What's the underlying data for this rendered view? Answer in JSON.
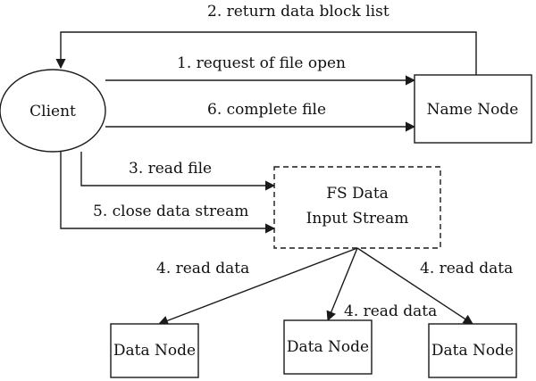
{
  "nodes": {
    "client": "Client",
    "name_node": "Name Node",
    "fs_line1": "FS Data",
    "fs_line2": "Input Stream",
    "data_node_1": "Data Node",
    "data_node_2": "Data Node",
    "data_node_3": "Data Node"
  },
  "edges": {
    "e1": "1. request of file open",
    "e2": "2. return data block list",
    "e3": "3. read file",
    "e4a": "4. read data",
    "e4b": "4. read data",
    "e4c": "4. read data",
    "e5": "5. close data stream",
    "e6": "6. complete file"
  },
  "colors": {
    "stroke": "#1a1a1a",
    "text": "#111111",
    "background": "#ffffff"
  }
}
